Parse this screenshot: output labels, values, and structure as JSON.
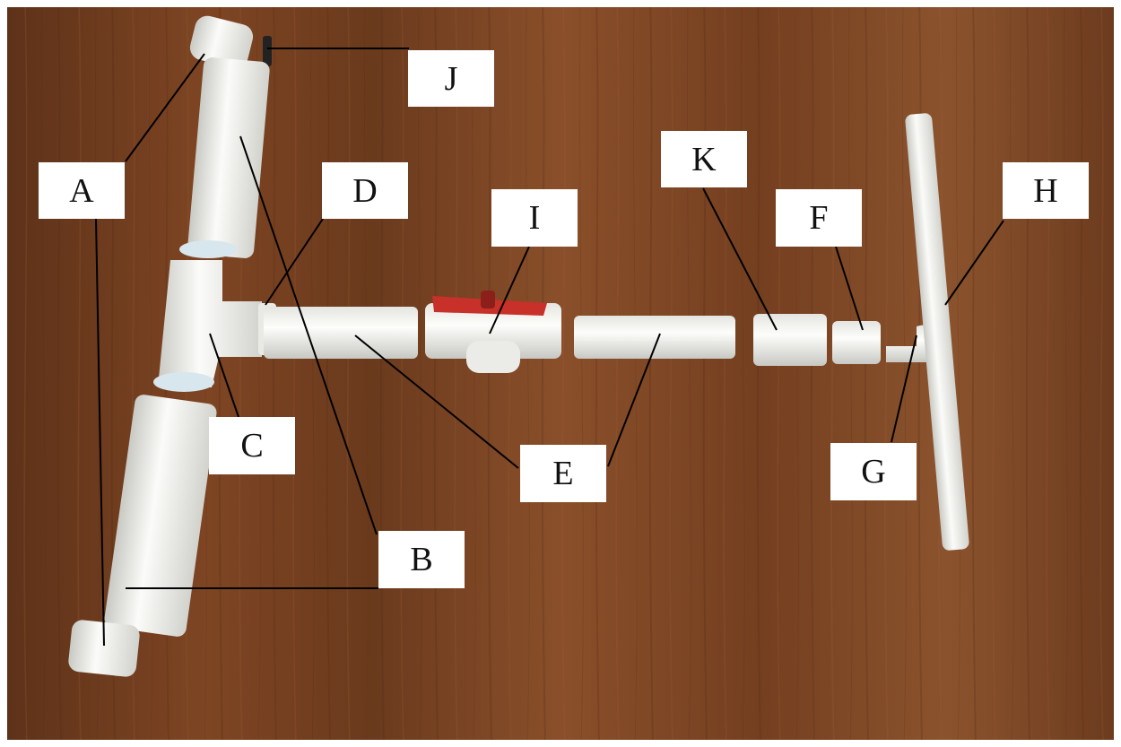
{
  "labels": {
    "A": "A",
    "B": "B",
    "C": "C",
    "D": "D",
    "E": "E",
    "F": "F",
    "G": "G",
    "H": "H",
    "I": "I",
    "J": "J",
    "K": "K"
  },
  "colors": {
    "wood": "#7a4424",
    "pvc": "#f2f2ef",
    "valve_handle": "#c8302a"
  }
}
